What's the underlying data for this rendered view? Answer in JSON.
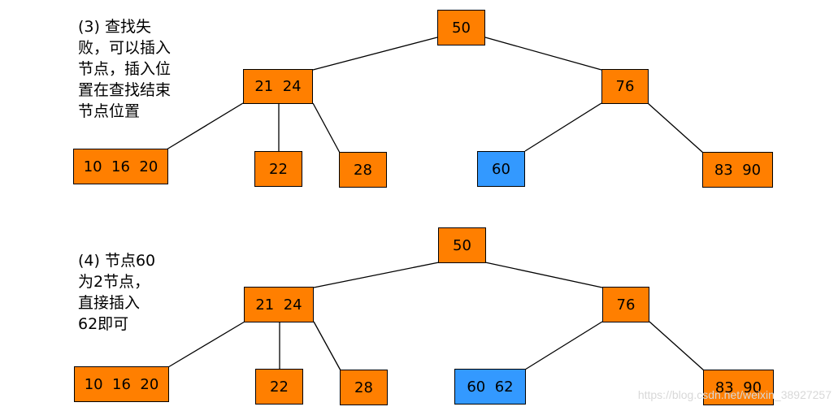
{
  "colors": {
    "node_fill": "#ff7f00",
    "highlight_fill": "#3399ff",
    "border": "#000000",
    "edge": "#000000"
  },
  "captions": {
    "step3": "(3) 查找失\n败，可以插入\n节点，插入位\n置在查找结束\n节点位置",
    "step4": "(4) 节点60\n为2节点，\n直接插入\n62即可"
  },
  "tree1": {
    "root": "50",
    "left": "21  24",
    "right": "76",
    "ll": "10  16  20",
    "lm": "22",
    "lr": "28",
    "rl": "60",
    "rr": "83  90"
  },
  "tree2": {
    "root": "50",
    "left": "21  24",
    "right": "76",
    "ll": "10  16  20",
    "lm": "22",
    "lr": "28",
    "rl": "60  62",
    "rr": "83  90"
  },
  "watermark": "https://blog.csdn.net/weixin_38927257"
}
